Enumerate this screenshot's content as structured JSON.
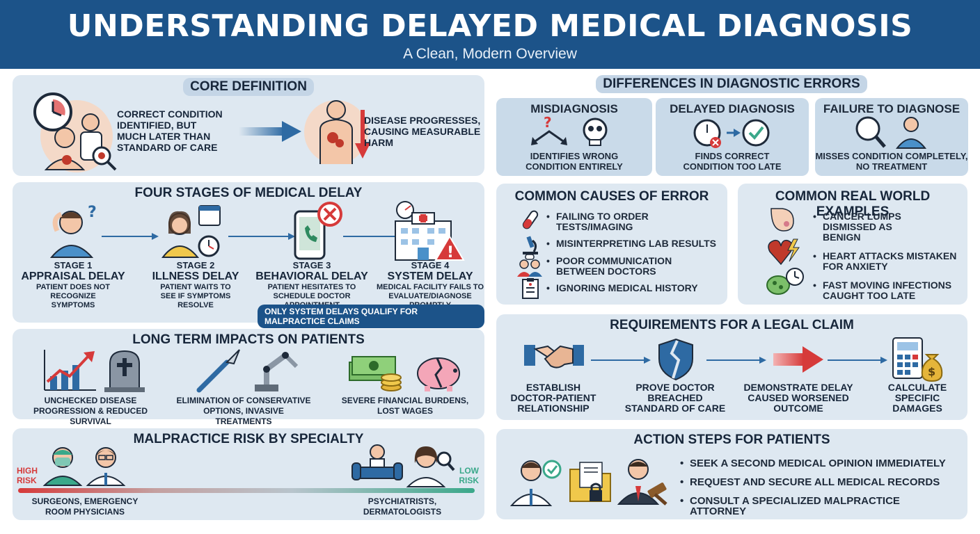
{
  "header": {
    "title": "UNDERSTANDING DELAYED MEDICAL DIAGNOSIS",
    "subtitle": "A Clean, Modern Overview"
  },
  "core": {
    "title": "CORE DEFINITION",
    "text1": "CORRECT CONDITION IDENTIFIED, BUT MUCH LATER THAN STANDARD OF CARE",
    "text2": "DISEASE PROGRESSES, CAUSING MEASURABLE HARM"
  },
  "stages": {
    "title": "FOUR STAGES OF MEDICAL DELAY",
    "items": [
      {
        "num": "STAGE 1",
        "name": "APPRAISAL DELAY",
        "desc": "PATIENT DOES NOT RECOGNIZE SYMPTOMS"
      },
      {
        "num": "STAGE 2",
        "name": "ILLNESS DELAY",
        "desc": "PATIENT WAITS TO SEE IF SYMPTOMS RESOLVE"
      },
      {
        "num": "STAGE 3",
        "name": "BEHAVIORAL DELAY",
        "desc": "PATIENT HESITATES TO SCHEDULE DOCTOR APPOINTMENT"
      },
      {
        "num": "STAGE 4",
        "name": "SYSTEM DELAY",
        "desc": "MEDICAL FACILITY FAILS TO EVALUATE/DIAGNOSE PROMPTLY"
      }
    ],
    "note": "ONLY SYSTEM DELAYS QUALIFY FOR MALPRACTICE CLAIMS"
  },
  "impacts": {
    "title": "LONG TERM IMPACTS ON PATIENTS",
    "items": [
      "UNCHECKED DISEASE PROGRESSION & REDUCED SURVIVAL",
      "ELIMINATION OF CONSERVATIVE OPTIONS, INVASIVE TREATMENTS",
      "SEVERE FINANCIAL BURDENS, LOST WAGES"
    ]
  },
  "risk": {
    "title": "MALPRACTICE RISK BY SPECIALTY",
    "high_label": "HIGH RISK",
    "low_label": "LOW RISK",
    "high_group": "SURGEONS, EMERGENCY ROOM PHYSICIANS",
    "low_group": "PSYCHIATRISTS, DERMATOLOGISTS"
  },
  "differences": {
    "title": "DIFFERENCES IN DIAGNOSTIC ERRORS",
    "cards": [
      {
        "title": "MISDIAGNOSIS",
        "desc": "IDENTIFIES WRONG CONDITION ENTIRELY"
      },
      {
        "title": "DELAYED DIAGNOSIS",
        "desc": "FINDS CORRECT CONDITION TOO LATE"
      },
      {
        "title": "FAILURE TO DIAGNOSE",
        "desc": "MISSES CONDITION COMPLETELY, NO TREATMENT"
      }
    ]
  },
  "causes": {
    "title": "COMMON CAUSES OF ERROR",
    "items": [
      "FAILING TO ORDER TESTS/IMAGING",
      "MISINTERPRETING LAB RESULTS",
      "POOR COMMUNICATION BETWEEN DOCTORS",
      "IGNORING MEDICAL HISTORY"
    ]
  },
  "examples": {
    "title": "COMMON REAL WORLD EXAMPLES",
    "items": [
      "CANCER LUMPS DISMISSED AS BENIGN",
      "HEART ATTACKS MISTAKEN FOR ANXIETY",
      "FAST MOVING INFECTIONS CAUGHT TOO LATE"
    ]
  },
  "legal": {
    "title": "REQUIREMENTS FOR A LEGAL CLAIM",
    "steps": [
      "ESTABLISH DOCTOR-PATIENT RELATIONSHIP",
      "PROVE DOCTOR BREACHED STANDARD OF CARE",
      "DEMONSTRATE DELAY CAUSED WORSENED OUTCOME",
      "CALCULATE SPECIFIC DAMAGES"
    ]
  },
  "actions": {
    "title": "ACTION STEPS FOR PATIENTS",
    "items": [
      "SEEK A SECOND MEDICAL OPINION IMMEDIATELY",
      "REQUEST AND SECURE ALL MEDICAL RECORDS",
      "CONSULT A SPECIALIZED MALPRACTICE ATTORNEY"
    ]
  },
  "colors": {
    "header_bg": "#1c5389",
    "panel_bg": "#dee8f1",
    "accent_red": "#d63a3a",
    "accent_blue": "#2e6aa3",
    "low_risk_green": "#3aa88a"
  }
}
